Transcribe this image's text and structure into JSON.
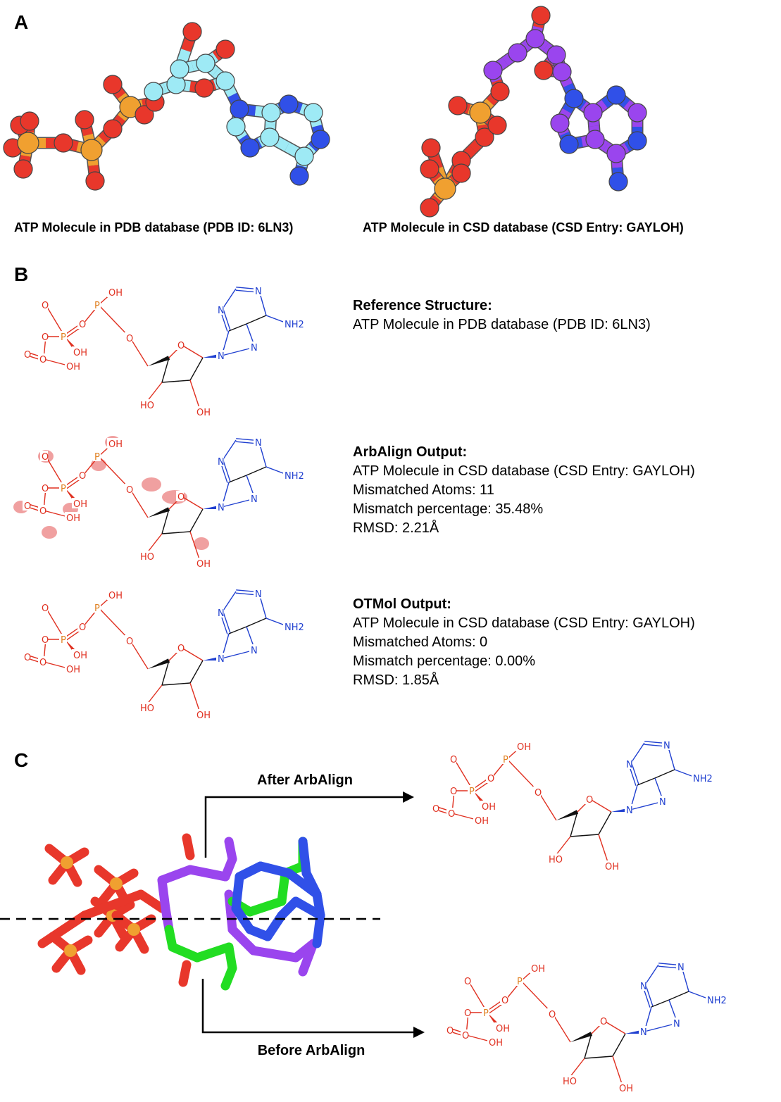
{
  "panels": {
    "a": {
      "letter": "A",
      "captions": [
        "ATP Molecule in PDB database (PDB ID: 6LN3)",
        "ATP Molecule in CSD database (CSD Entry: GAYLOH)"
      ]
    },
    "b": {
      "letter": "B",
      "blocks": [
        {
          "heading": "Reference Structure:",
          "lines": [
            "ATP Molecule in PDB database (PDB ID: 6LN3)"
          ]
        },
        {
          "heading": "ArbAlign Output:",
          "lines": [
            "ATP Molecule in CSD database (CSD Entry: GAYLOH)",
            "Mismatched Atoms: 11",
            "Mismatch percentage: 35.48%",
            "RMSD: 2.21Å"
          ]
        },
        {
          "heading": "OTMol Output:",
          "lines": [
            "ATP Molecule in CSD database (CSD Entry: GAYLOH)",
            "Mismatched Atoms: 0",
            "Mismatch percentage: 0.00%",
            "RMSD: 1.85Å"
          ]
        }
      ]
    },
    "c": {
      "letter": "C",
      "after_label": "After ArbAlign",
      "before_label": "Before ArbAlign"
    }
  },
  "colors": {
    "oxygen": "#e8372b",
    "phosphorus": "#f0a030",
    "nitrogen": "#3050e8",
    "carbon_pdb": "#9eeaf5",
    "carbon_csd": "#9a45ee",
    "carbon_green": "#22dd22",
    "highlight": "#f0a0a0",
    "label_o": "#e03020",
    "label_p": "#e08020",
    "label_n": "#2040d0"
  },
  "molecule_labels": {
    "oh": "OH",
    "o": "O",
    "p": "P",
    "n": "N",
    "nh2": "NH2",
    "ho": "HO"
  }
}
